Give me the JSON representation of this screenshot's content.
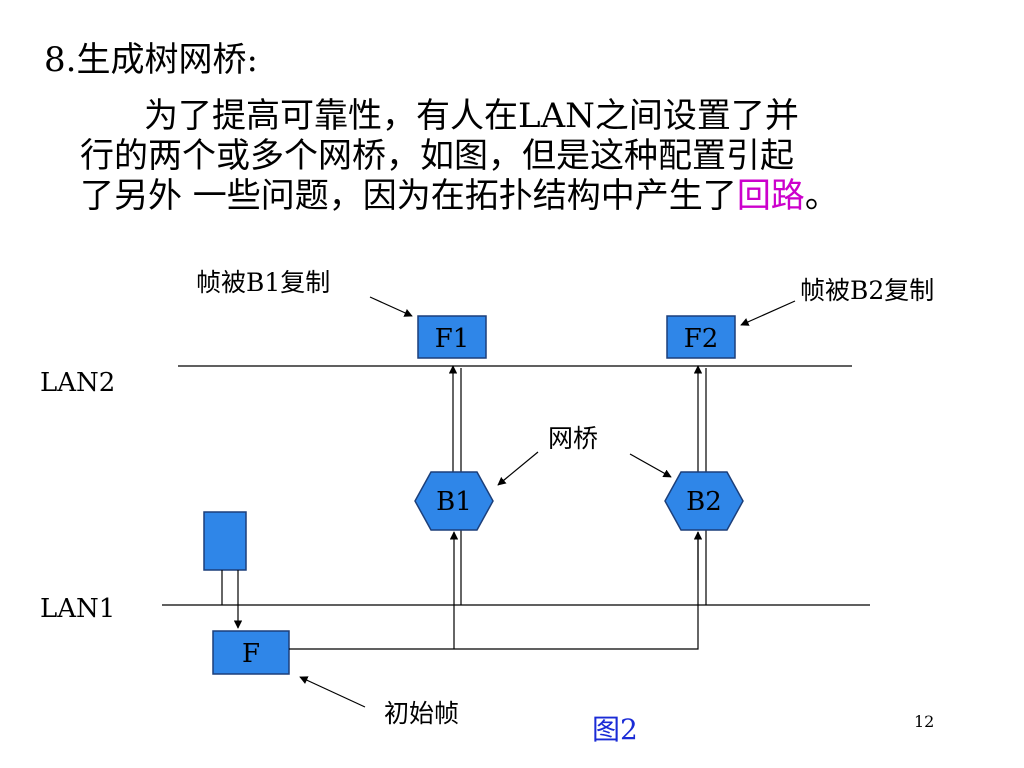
{
  "slide": {
    "heading": "8.生成树网桥:",
    "paragraph": {
      "line1": "为了提高可靠性，有人在LAN之间设置了并",
      "line2": "行的两个或多个网桥，如图，但是这种配置引起",
      "line3_prefix": "了另外 一些问题，因为在拓扑结构中产生了",
      "line3_highlight": "回路",
      "line3_suffix": "。"
    },
    "highlight_color": "#cc00cc",
    "figure_caption": "图2",
    "page_number": "12"
  },
  "diagram": {
    "lan_labels": {
      "lan2": "LAN2",
      "lan1": "LAN1"
    },
    "frames": {
      "f1": "F1",
      "f2": "F2",
      "original": "F"
    },
    "bridges": {
      "b1": "B1",
      "b2": "B2"
    },
    "annotations": {
      "copied_b1": "帧被B1复制",
      "copied_b2": "帧被B2复制",
      "bridge_label": "网桥",
      "initial_frame": "初始帧"
    },
    "colors": {
      "box_fill": "#2f86e8",
      "box_stroke": "#1c3f7a",
      "line": "#000000",
      "caption": "#1a2bd6"
    }
  }
}
